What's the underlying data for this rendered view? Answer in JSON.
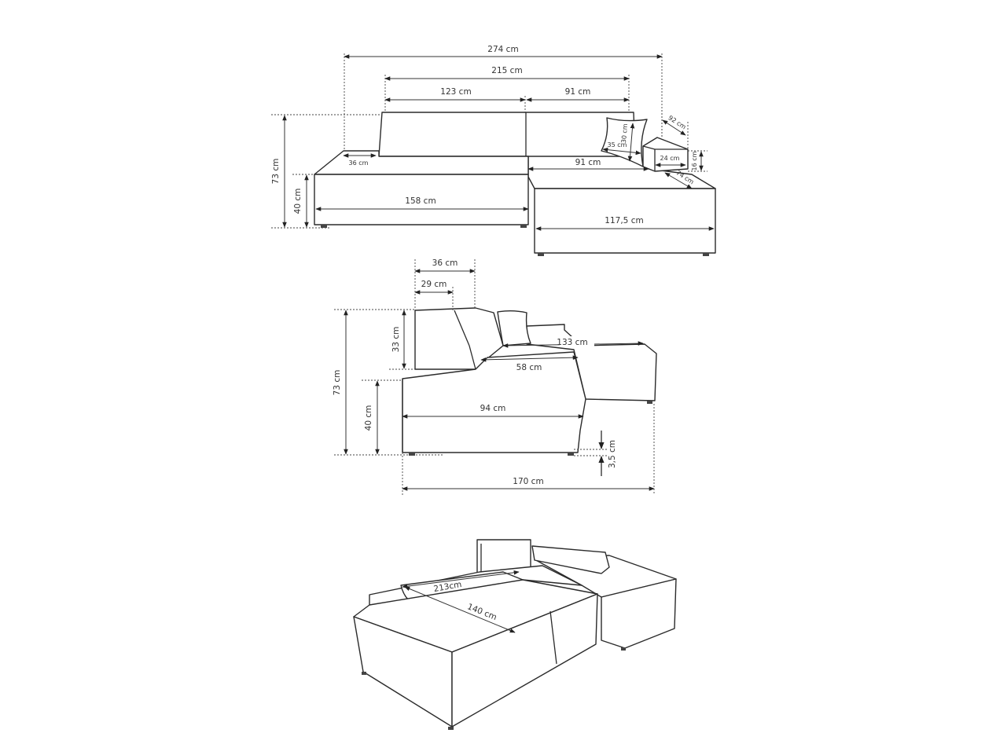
{
  "front_view": {
    "total_width": "274 cm",
    "back_width": "215 cm",
    "back_left": "123 cm",
    "back_right": "91 cm",
    "total_height": "73 cm",
    "seat_height": "40 cm",
    "armrest_width": "36 cm",
    "seat_left_width": "158 cm",
    "chaise_seat_width": "91 cm",
    "chaise_width": "117,5 cm",
    "pillow_width": "35 cm",
    "pillow_height": "30 cm",
    "armrest_depth": "92 cm",
    "armrest_block_width": "24 cm",
    "armrest_block_height": "16 cm",
    "chaise_diagonal": "74 cm"
  },
  "side_view": {
    "back_depth": "36 cm",
    "back_top_depth": "29 cm",
    "total_height": "73 cm",
    "back_height": "33 cm",
    "seat_height": "40 cm",
    "chaise_length": "133 cm",
    "seat_depth_inner": "58 cm",
    "seat_depth": "94 cm",
    "total_depth": "170 cm",
    "leg_height": "3,5 cm"
  },
  "bed_view": {
    "bed_length": "213cm",
    "bed_width": "140 cm"
  }
}
